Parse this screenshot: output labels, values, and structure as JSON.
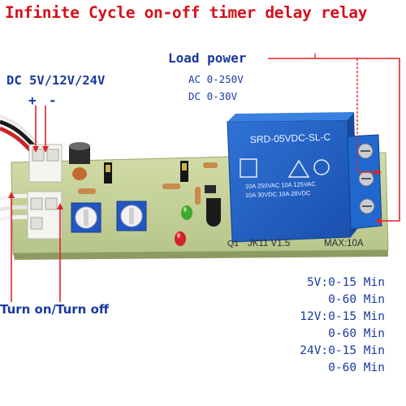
{
  "title": "Infinite Cycle on-off timer delay relay",
  "dc_label": "DC 5V/12V/24V",
  "polarity": {
    "plus": "+",
    "minus": "-"
  },
  "load": {
    "label": "Load power",
    "ac": "AC 0-250V",
    "dc": "DC 0-30V"
  },
  "relay": {
    "model": "SRD-05VDC-SL-C",
    "ratings": [
      "10A 250VAC 10A 125VAC",
      "10A 30VDC 10A 28VDC"
    ]
  },
  "board": {
    "q1": "Q1",
    "model": "JK11 V1.5",
    "max": "MAX:10A"
  },
  "turn_label": "Turn on/Turn off",
  "specs": [
    {
      "voltage": "5V:",
      "range": "0-15 Min"
    },
    {
      "voltage": "",
      "range": "0-60 Min"
    },
    {
      "voltage": "12V:",
      "range": "0-15 Min"
    },
    {
      "voltage": "",
      "range": "0-60 Min"
    },
    {
      "voltage": "24V:",
      "range": "0-15 Min"
    },
    {
      "voltage": "",
      "range": "0-60 Min"
    }
  ],
  "colors": {
    "title": "#d4111c",
    "text_blue": "#1a3a9e",
    "relay": "#1f5fc4",
    "pcb": "#c7d39a",
    "arrow": "#e0242a"
  }
}
